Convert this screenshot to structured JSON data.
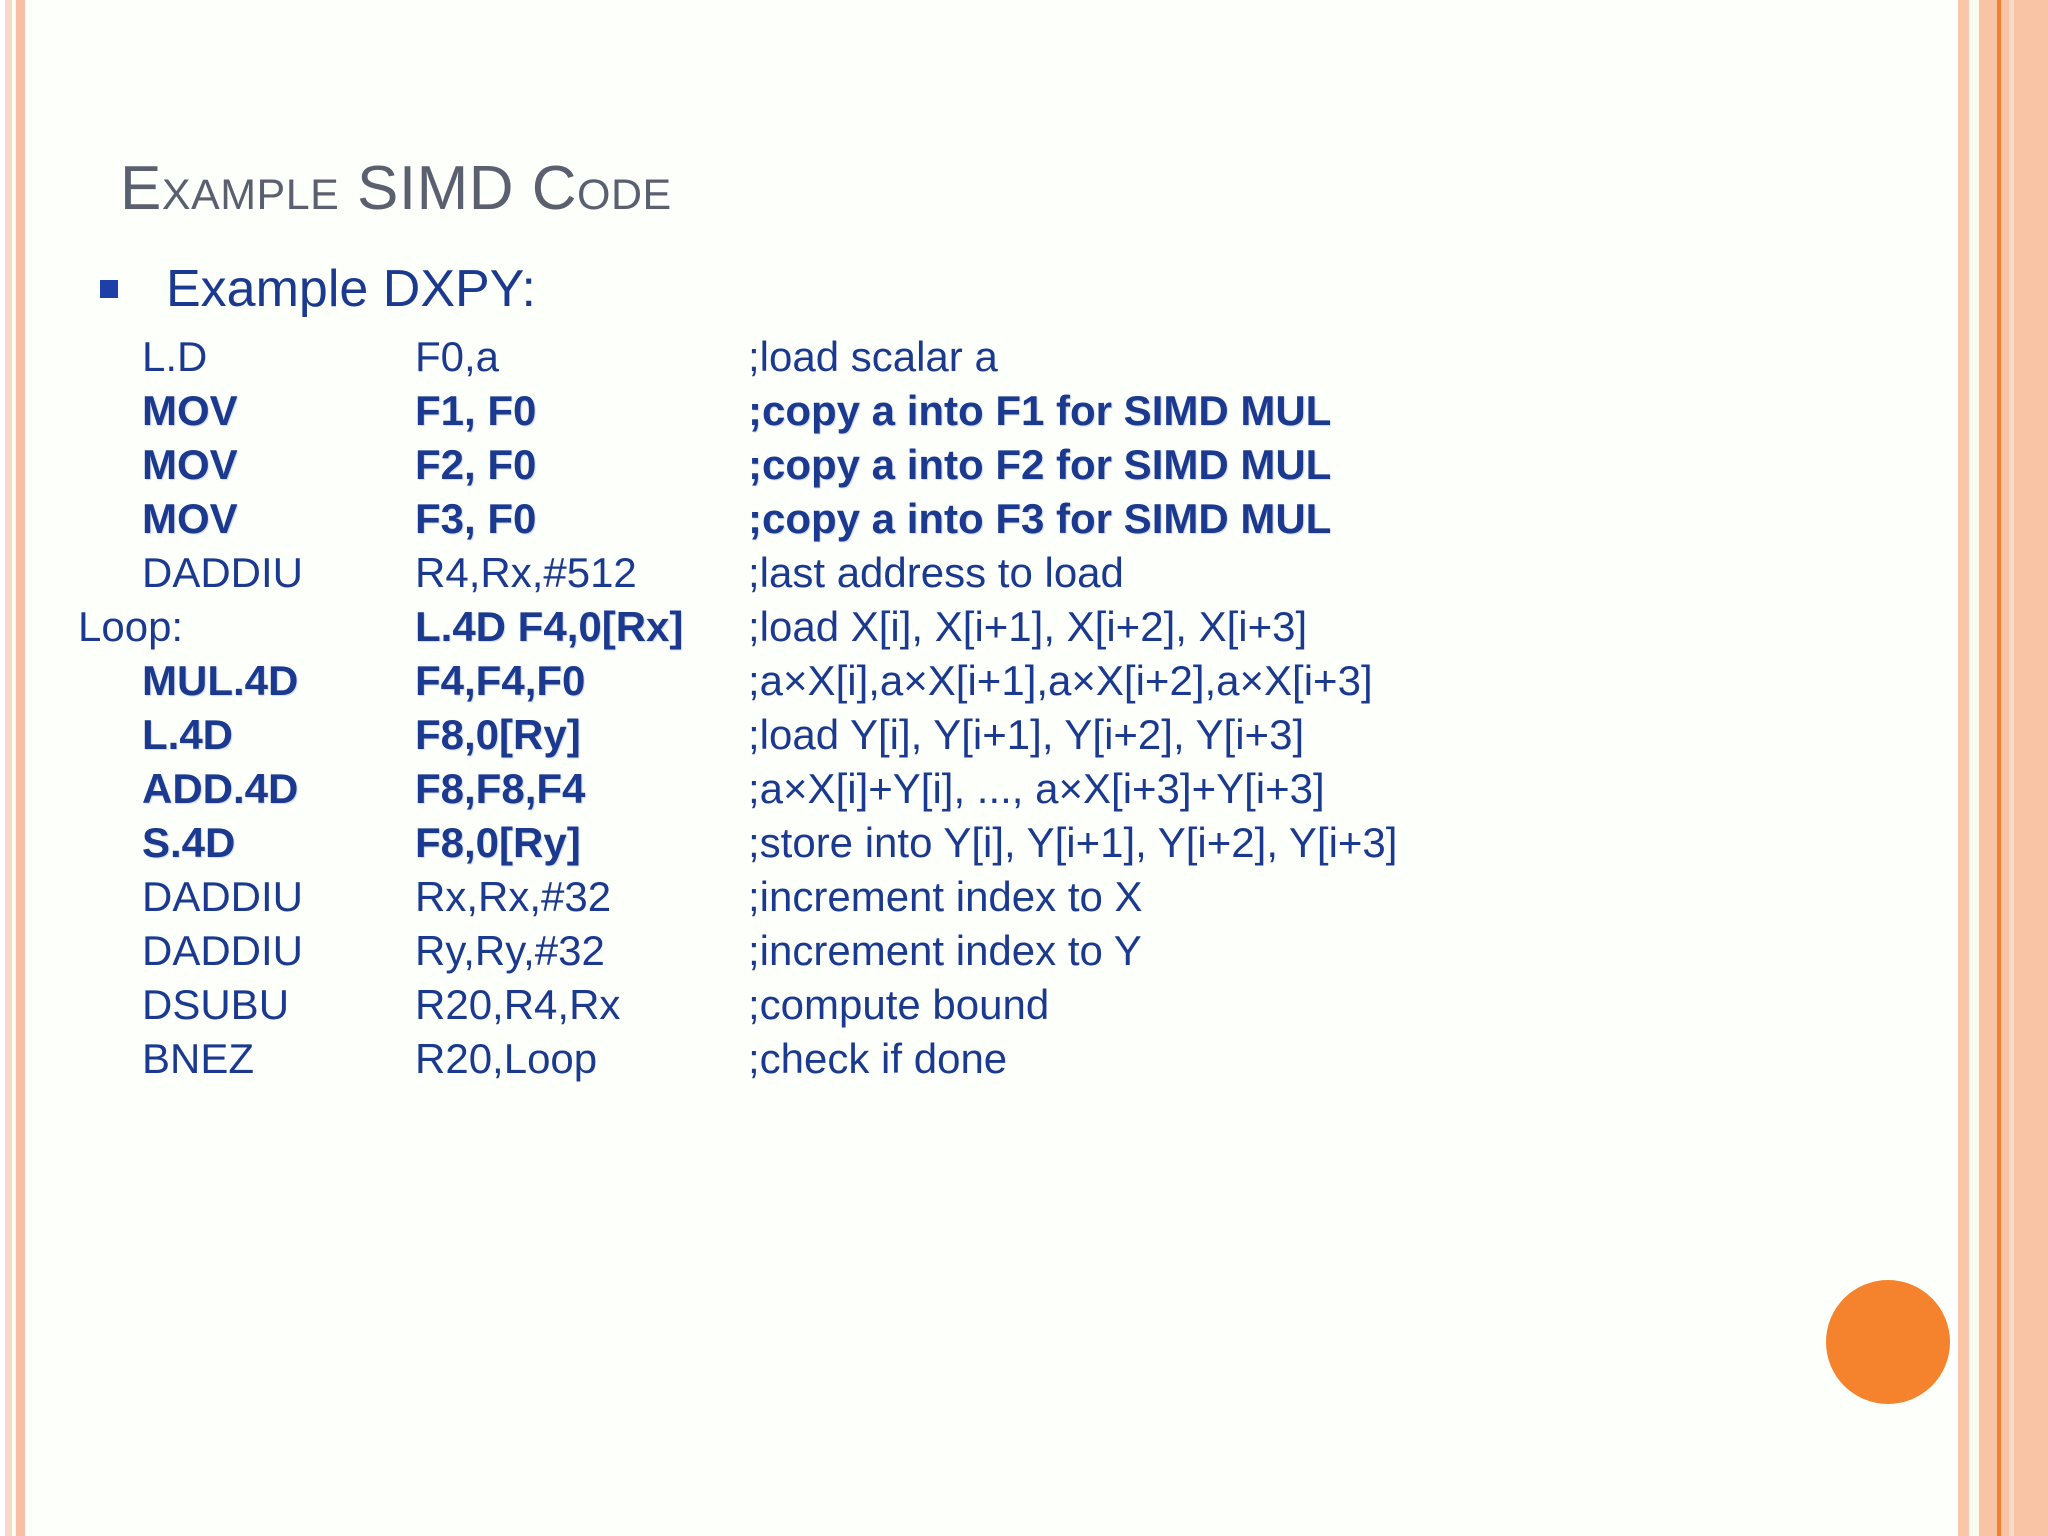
{
  "slide": {
    "title": "Example SIMD Code",
    "bullet": {
      "marker": "square-bullet",
      "text": "Example DXPY:"
    },
    "accent_color": "#f5822d",
    "text_color": "#1b3a8f",
    "title_color": "#5a6070",
    "code_lines": [
      {
        "op": "L.D",
        "args": "F0,a",
        "comment": ";load scalar a",
        "op_bold": false,
        "args_bold": false,
        "comment_bold": false,
        "indent": 64
      },
      {
        "op": "MOV",
        "args": "F1, F0",
        "comment": ";copy a into F1 for SIMD MUL",
        "op_bold": true,
        "args_bold": true,
        "comment_bold": true,
        "indent": 64
      },
      {
        "op": "MOV",
        "args": "F2, F0",
        "comment": ";copy a into F2 for SIMD MUL",
        "op_bold": true,
        "args_bold": true,
        "comment_bold": true,
        "indent": 64
      },
      {
        "op": "MOV",
        "args": "F3, F0",
        "comment": ";copy a into F3 for SIMD MUL",
        "op_bold": true,
        "args_bold": true,
        "comment_bold": true,
        "indent": 64
      },
      {
        "op": "DADDIU",
        "args": "R4,Rx,#512",
        "comment": ";last address to load",
        "op_bold": false,
        "args_bold": false,
        "comment_bold": false,
        "indent": 64
      },
      {
        "op": "Loop:",
        "args": "L.4D F4,0[Rx]",
        "comment": ";load X[i], X[i+1], X[i+2], X[i+3]",
        "op_bold": false,
        "args_bold": true,
        "comment_bold": false,
        "indent": 0
      },
      {
        "op": "MUL.4D",
        "args": "F4,F4,F0",
        "comment": ";a×X[i],a×X[i+1],a×X[i+2],a×X[i+3]",
        "op_bold": true,
        "args_bold": true,
        "comment_bold": false,
        "indent": 64
      },
      {
        "op": "L.4D",
        "args": "F8,0[Ry]",
        "comment": ";load Y[i], Y[i+1], Y[i+2], Y[i+3]",
        "op_bold": true,
        "args_bold": true,
        "comment_bold": false,
        "indent": 64
      },
      {
        "op": "ADD.4D",
        "args": "F8,F8,F4",
        "comment": ";a×X[i]+Y[i], ..., a×X[i+3]+Y[i+3]",
        "op_bold": true,
        "args_bold": true,
        "comment_bold": false,
        "indent": 64
      },
      {
        "op": "S.4D",
        "args": "F8,0[Ry]",
        "comment": ";store into Y[i], Y[i+1], Y[i+2], Y[i+3]",
        "op_bold": true,
        "args_bold": true,
        "comment_bold": false,
        "indent": 64
      },
      {
        "op": "DADDIU",
        "args": "Rx,Rx,#32",
        "comment": ";increment index to X",
        "op_bold": false,
        "args_bold": false,
        "comment_bold": false,
        "indent": 64
      },
      {
        "op": "DADDIU",
        "args": "Ry,Ry,#32",
        "comment": ";increment index to Y",
        "op_bold": false,
        "args_bold": false,
        "comment_bold": false,
        "indent": 64
      },
      {
        "op": "DSUBU",
        "args": "R20,R4,Rx",
        "comment": ";compute bound",
        "op_bold": false,
        "args_bold": false,
        "comment_bold": false,
        "indent": 64
      },
      {
        "op": "BNEZ",
        "args": "R20,Loop",
        "comment": ";check if done",
        "op_bold": false,
        "args_bold": false,
        "comment_bold": false,
        "indent": 64
      }
    ]
  }
}
